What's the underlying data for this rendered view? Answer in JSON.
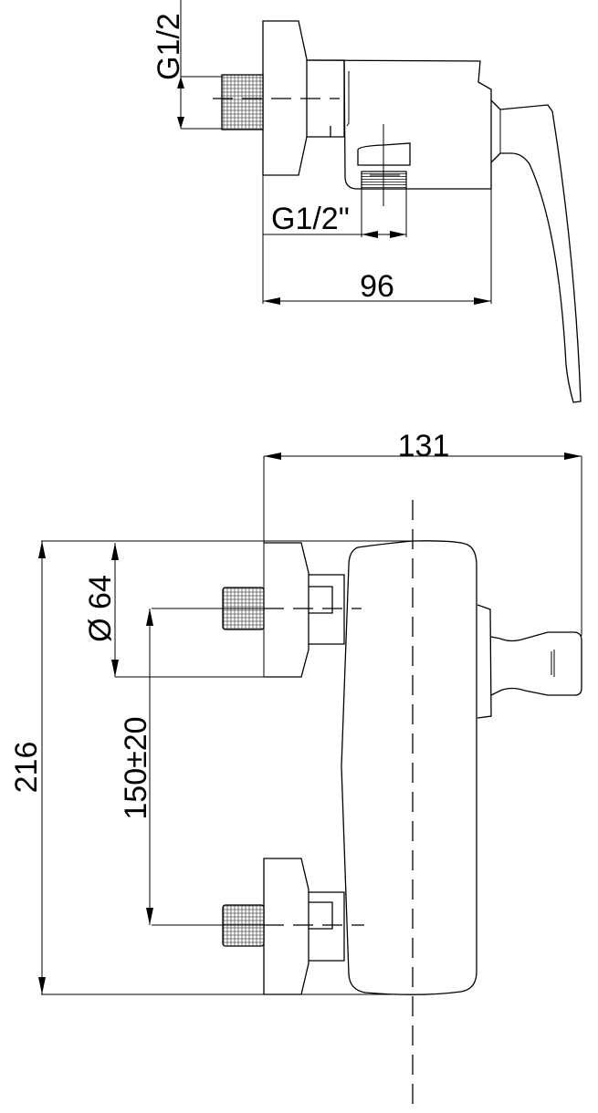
{
  "drawing": {
    "side_view": {
      "inlet_thread_label": "G1/2",
      "outlet_thread_label": "G1/2\"",
      "depth_label": "96"
    },
    "front_view": {
      "overall_depth_label": "131",
      "overall_height_label": "216",
      "flange_diameter_label": "Ø 64",
      "inlet_spacing_label": "150±20"
    }
  },
  "colors": {
    "line": "#000000",
    "background": "#ffffff"
  }
}
